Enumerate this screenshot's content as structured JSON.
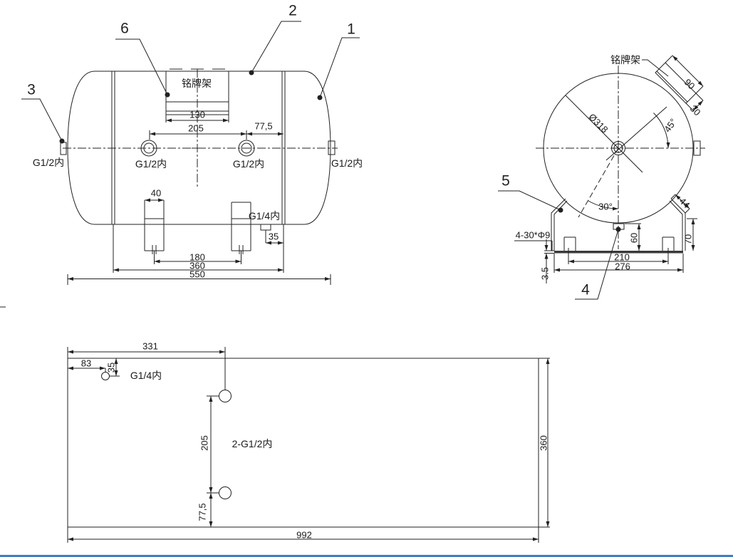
{
  "side_view": {
    "callout_1": "1",
    "callout_2": "2",
    "callout_3": "3",
    "callout_6": "6",
    "nameplate_label": "铭牌架",
    "dim_nameplate_width": "130",
    "dim_port_spacing": "205",
    "dim_port_to_seam": "77,5",
    "port_left": "G1/2内",
    "port_top_1": "G1/2内",
    "port_top_2": "G1/2内",
    "port_right": "G1/2内",
    "dim_leg_width": "40",
    "drain_port": "G1/4内",
    "dim_drain_offset": "35",
    "dim_leg_spacing": "180",
    "dim_seam_spacing": "360",
    "dim_overall_length": "550"
  },
  "end_view": {
    "callout_4": "4",
    "callout_5": "5",
    "nameplate_label": "铭牌架",
    "dim_diameter": "Ø318",
    "dim_nameplate_length": "90",
    "dim_nameplate_width": "30",
    "dim_angle_nameplate": "45°",
    "dim_angle_leg": "30°",
    "dim_leg_plate": "44",
    "dim_leg_height": "70",
    "dim_port_height": "60",
    "slot_note": "4-30*Φ9",
    "dim_slot_spacing": "210",
    "dim_base_width": "276",
    "dim_base_thickness": "3.5"
  },
  "development_view": {
    "dim_port1_x": "331",
    "dim_drain_x": "83",
    "dim_drain_y": "35",
    "drain_port": "G1/4内",
    "dim_port_spacing": "205",
    "ports_label": "2-G1/2内",
    "dim_port2_y": "77,5",
    "dim_length": "992",
    "dim_width": "360"
  }
}
